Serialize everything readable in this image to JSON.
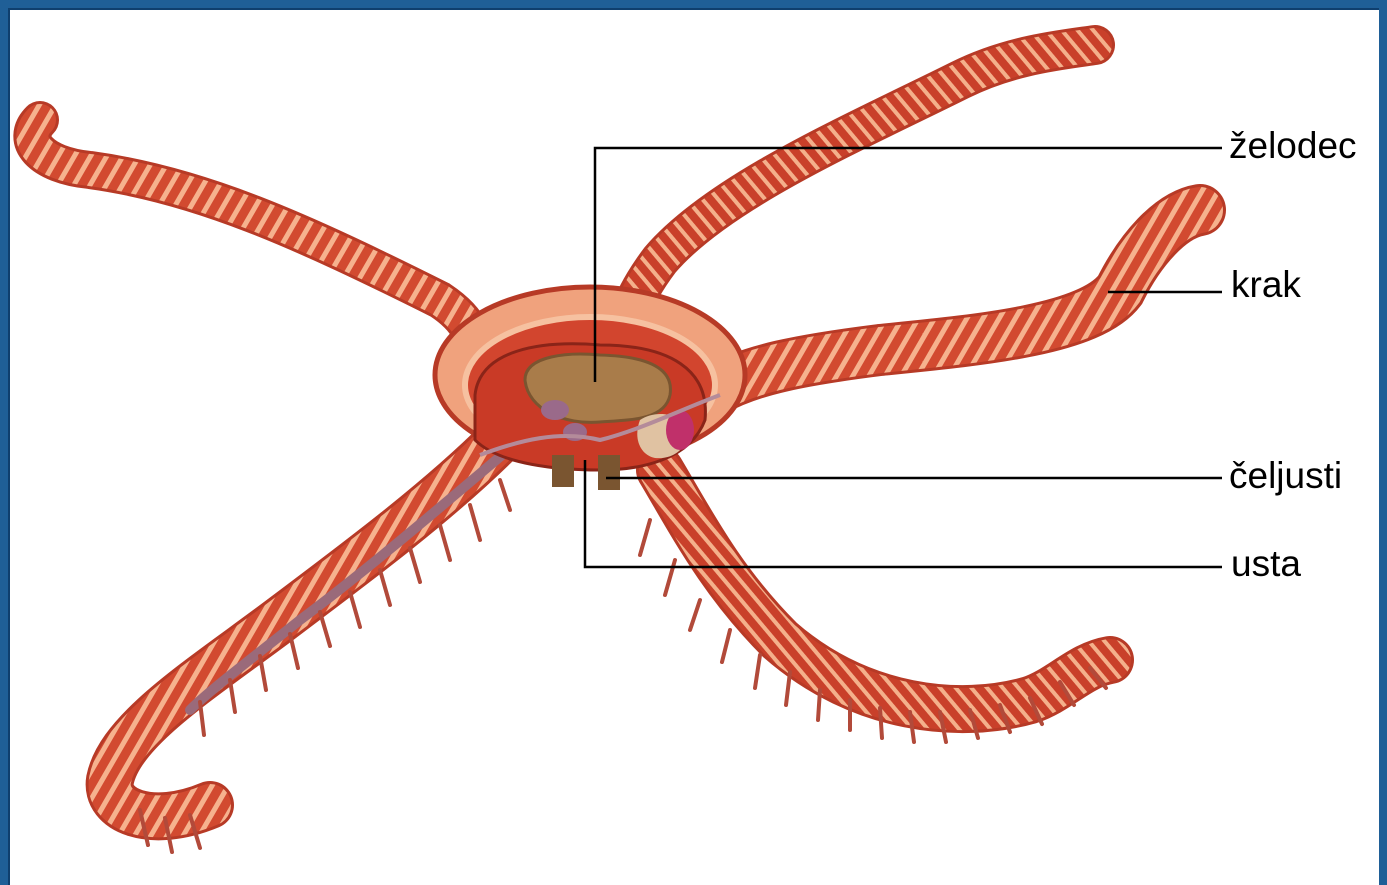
{
  "labels": {
    "stomach": "želodec",
    "arm": "krak",
    "jaws": "čeljusti",
    "mouth": "usta"
  },
  "colors": {
    "frame": "#1f5f97",
    "arm_dark": "#c8402a",
    "arm_light": "#f6b28e",
    "body_inner": "#d2452e",
    "stomach": "#a97c4a",
    "leader_line": "#000000"
  }
}
